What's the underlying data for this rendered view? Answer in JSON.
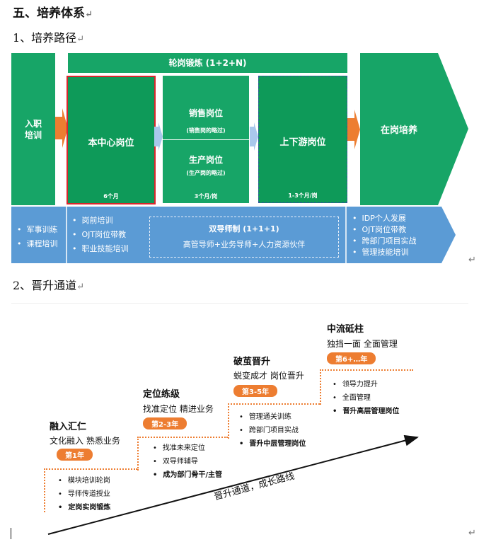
{
  "doc": {
    "section_title": "五、培养体系",
    "sub1": "1、培养路径",
    "sub2": "2、晋升通道"
  },
  "path": {
    "rotation_header": "轮岗锻炼 (1+2+N)",
    "onboard": [
      "入职",
      "培训"
    ],
    "center_post": {
      "title": "本中心岗位",
      "duration": "6个月"
    },
    "sales_post": {
      "title": "销售岗位",
      "note": "(销售岗的略过)"
    },
    "prod_post": {
      "title": "生产岗位",
      "note": "(生产岗的略过)"
    },
    "mid_duration": "3个月/岗",
    "updown_post": {
      "title": "上下游岗位",
      "duration": "1-3个月/岗"
    },
    "final": "在岗培养",
    "left_items": [
      "军事训练",
      "课程培训"
    ],
    "mid_items": [
      "岗前培训",
      "OJT岗位带教",
      "职业技能培训"
    ],
    "mentor_title": "双导师制 (1+1+1)",
    "mentor_desc": "高管导师+业务导师+人力资源伙伴",
    "right_items": [
      "IDP个人发展",
      "OJT岗位带教",
      "跨部门项目实战",
      "管理技能培训"
    ]
  },
  "career": {
    "stages": [
      {
        "title": "融入汇仁",
        "sub": "文化融入  熟悉业务",
        "badge": "第1年",
        "items": [
          "模块培训轮岗",
          "导师传道授业",
          "定岗实岗锻炼"
        ]
      },
      {
        "title": "定位练级",
        "sub": "找准定位  精进业务",
        "badge": "第2-3年",
        "items": [
          "找准未来定位",
          "双导师辅导",
          "成为部门骨干/主管"
        ]
      },
      {
        "title": "破茧晋升",
        "sub": "蜕变成才  岗位晋升",
        "badge": "第3-5年",
        "items": [
          "管理通关训练",
          "跨部门项目实战",
          "晋升中层管理岗位"
        ]
      },
      {
        "title": "中流砥柱",
        "sub": "独挡一面  全面管理",
        "badge": "第6+…年",
        "items": [
          "领导力提升",
          "全面管理",
          "晋升高层管理岗位"
        ]
      }
    ],
    "arrow_label": "晋升通道，成长路线"
  },
  "colors": {
    "green": "#17a567",
    "dark_green": "#0e9a59",
    "blue": "#5b9bd5",
    "orange": "#ed7d31",
    "red_border": "#d9262c"
  }
}
